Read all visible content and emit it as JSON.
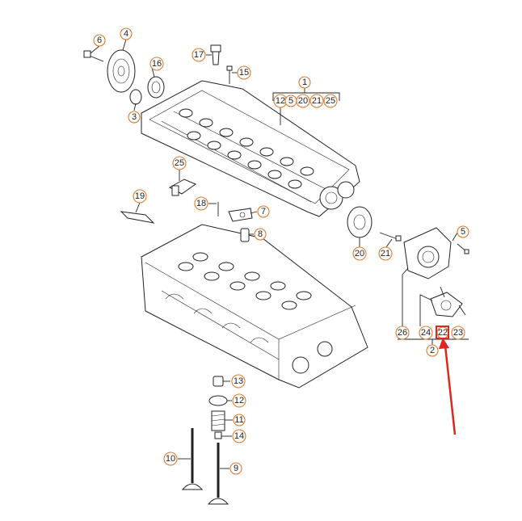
{
  "diagram": {
    "callouts": [
      {
        "id": "c6",
        "text": "6"
      },
      {
        "id": "c4",
        "text": "4"
      },
      {
        "id": "c16",
        "text": "16"
      },
      {
        "id": "c3",
        "text": "3"
      },
      {
        "id": "c17",
        "text": "17"
      },
      {
        "id": "c15",
        "text": "15"
      },
      {
        "id": "c1top",
        "text": "1"
      },
      {
        "id": "c12a",
        "text": "12"
      },
      {
        "id": "c5a",
        "text": "5"
      },
      {
        "id": "c20a",
        "text": "20"
      },
      {
        "id": "c21a",
        "text": "21"
      },
      {
        "id": "c25a",
        "text": "25"
      },
      {
        "id": "c25",
        "text": "25"
      },
      {
        "id": "c19",
        "text": "19"
      },
      {
        "id": "c18",
        "text": "18"
      },
      {
        "id": "c7",
        "text": "7"
      },
      {
        "id": "c8",
        "text": "8"
      },
      {
        "id": "c20",
        "text": "20"
      },
      {
        "id": "c21",
        "text": "21"
      },
      {
        "id": "c5",
        "text": "5"
      },
      {
        "id": "c26",
        "text": "26"
      },
      {
        "id": "c24",
        "text": "24"
      },
      {
        "id": "c22",
        "text": "22"
      },
      {
        "id": "c23",
        "text": "23"
      },
      {
        "id": "c2",
        "text": "2"
      },
      {
        "id": "c13",
        "text": "13"
      },
      {
        "id": "c12",
        "text": "12"
      },
      {
        "id": "c11",
        "text": "11"
      },
      {
        "id": "c14",
        "text": "14"
      },
      {
        "id": "c10",
        "text": "10"
      },
      {
        "id": "c9",
        "text": "9"
      }
    ],
    "highlight_color": "#e0261f",
    "callout_color": "#e07a2a"
  }
}
